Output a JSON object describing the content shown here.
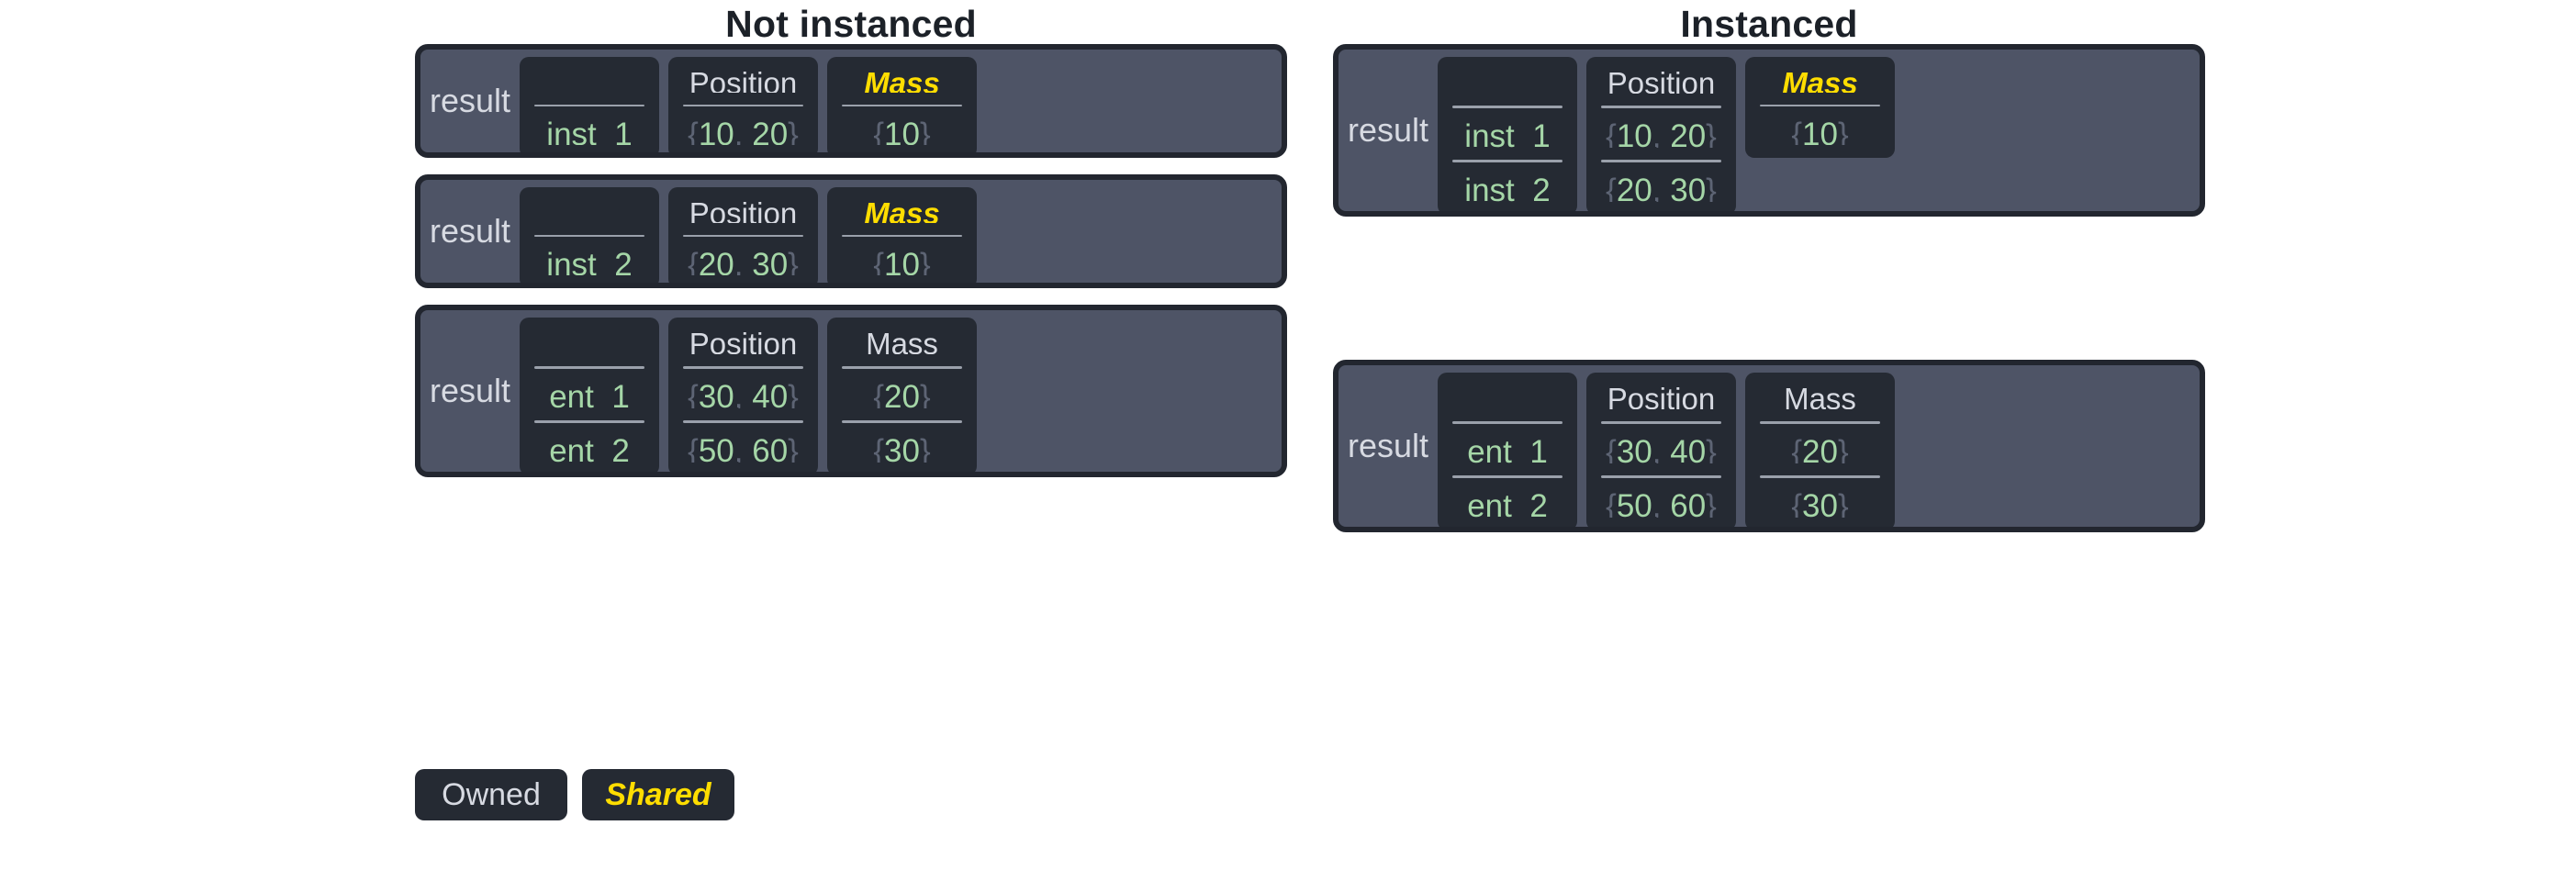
{
  "page": {
    "background": "#ffffff",
    "owned_color": "#d7dae2",
    "shared_color": "#ffdd00",
    "value_color": "#a5d6a7",
    "brace_color": "#5d6474",
    "frame_fill": "#4e5466",
    "cell_fill": "#252a33",
    "frame_border": "#22262f"
  },
  "columns": {
    "left_title": "Not instanced",
    "right_title": "Instanced"
  },
  "labels": {
    "result": "result",
    "header_name": "",
    "header_position": "Position",
    "header_mass": "Mass"
  },
  "not_instanced": {
    "tables": [
      {
        "result": "result",
        "headers": {
          "name": "",
          "position": "Position",
          "mass": "Mass"
        },
        "mass_shared": true,
        "rows": [
          {
            "name": "inst_1",
            "position": "{10, 20}",
            "pos_x": "10",
            "pos_y": "20",
            "mass": "{10}",
            "mass_value": "10"
          }
        ]
      },
      {
        "result": "result",
        "headers": {
          "name": "",
          "position": "Position",
          "mass": "Mass"
        },
        "mass_shared": true,
        "rows": [
          {
            "name": "inst_2",
            "position": "{20, 30}",
            "pos_x": "20",
            "pos_y": "30",
            "mass": "{10}",
            "mass_value": "10"
          }
        ]
      },
      {
        "result": "result",
        "headers": {
          "name": "",
          "position": "Position",
          "mass": "Mass"
        },
        "mass_shared": false,
        "rows": [
          {
            "name": "ent_1",
            "position": "{30, 40}",
            "pos_x": "30",
            "pos_y": "40",
            "mass": "{20}",
            "mass_value": "20"
          },
          {
            "name": "ent_2",
            "position": "{50, 60}",
            "pos_x": "50",
            "pos_y": "60",
            "mass": "{30}",
            "mass_value": "30"
          }
        ]
      }
    ]
  },
  "instanced": {
    "tables": [
      {
        "result": "result",
        "headers": {
          "name": "",
          "position": "Position",
          "mass": "Mass"
        },
        "mass_shared": true,
        "mass_spans_rows": 1,
        "rows": [
          {
            "name": "inst_1",
            "position": "{10, 20}",
            "pos_x": "10",
            "pos_y": "20",
            "mass": "{10}",
            "mass_value": "10"
          },
          {
            "name": "inst_2",
            "position": "{20, 30}",
            "pos_x": "20",
            "pos_y": "30",
            "mass": "",
            "mass_value": ""
          }
        ]
      },
      {
        "result": "result",
        "headers": {
          "name": "",
          "position": "Position",
          "mass": "Mass"
        },
        "mass_shared": false,
        "mass_spans_rows": 2,
        "rows": [
          {
            "name": "ent_1",
            "position": "{30, 40}",
            "pos_x": "30",
            "pos_y": "40",
            "mass": "{20}",
            "mass_value": "20"
          },
          {
            "name": "ent_2",
            "position": "{50, 60}",
            "pos_x": "50",
            "pos_y": "60",
            "mass": "{30}",
            "mass_value": "30"
          }
        ]
      }
    ]
  },
  "legend": {
    "owned": "Owned",
    "shared": "Shared"
  }
}
